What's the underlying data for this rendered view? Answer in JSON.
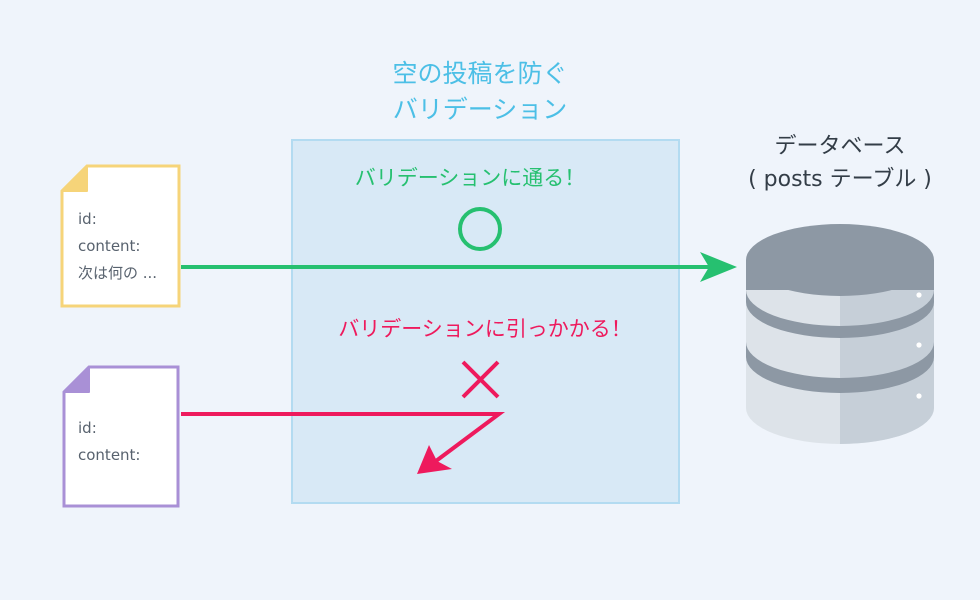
{
  "validation": {
    "title_line1": "空の投稿を防ぐ",
    "title_line2": "バリデーション",
    "pass_label": "バリデーションに通る！",
    "fail_label": "バリデーションに引っかかる！",
    "pass_symbol": "circle-mark",
    "fail_symbol": "cross-mark"
  },
  "database": {
    "title_line1": "データベース",
    "title_line2": "( posts テーブル )"
  },
  "documents": [
    {
      "border_color": "#f6d479",
      "fold_color": "#f6d479",
      "lines": [
        "id:",
        "content:",
        "次は何の ..."
      ]
    },
    {
      "border_color": "#a990d6",
      "fold_color": "#a990d6",
      "lines": [
        "id:",
        "content:"
      ]
    }
  ],
  "colors": {
    "pass": "#26c070",
    "fail": "#ee1a5d",
    "title": "#4cbfe6",
    "box_fill": "#d8e9f6",
    "box_border": "#b3dbf1",
    "db_body": "#8d98a4",
    "db_side": "#c8d1da",
    "background": "#eff4fb"
  }
}
